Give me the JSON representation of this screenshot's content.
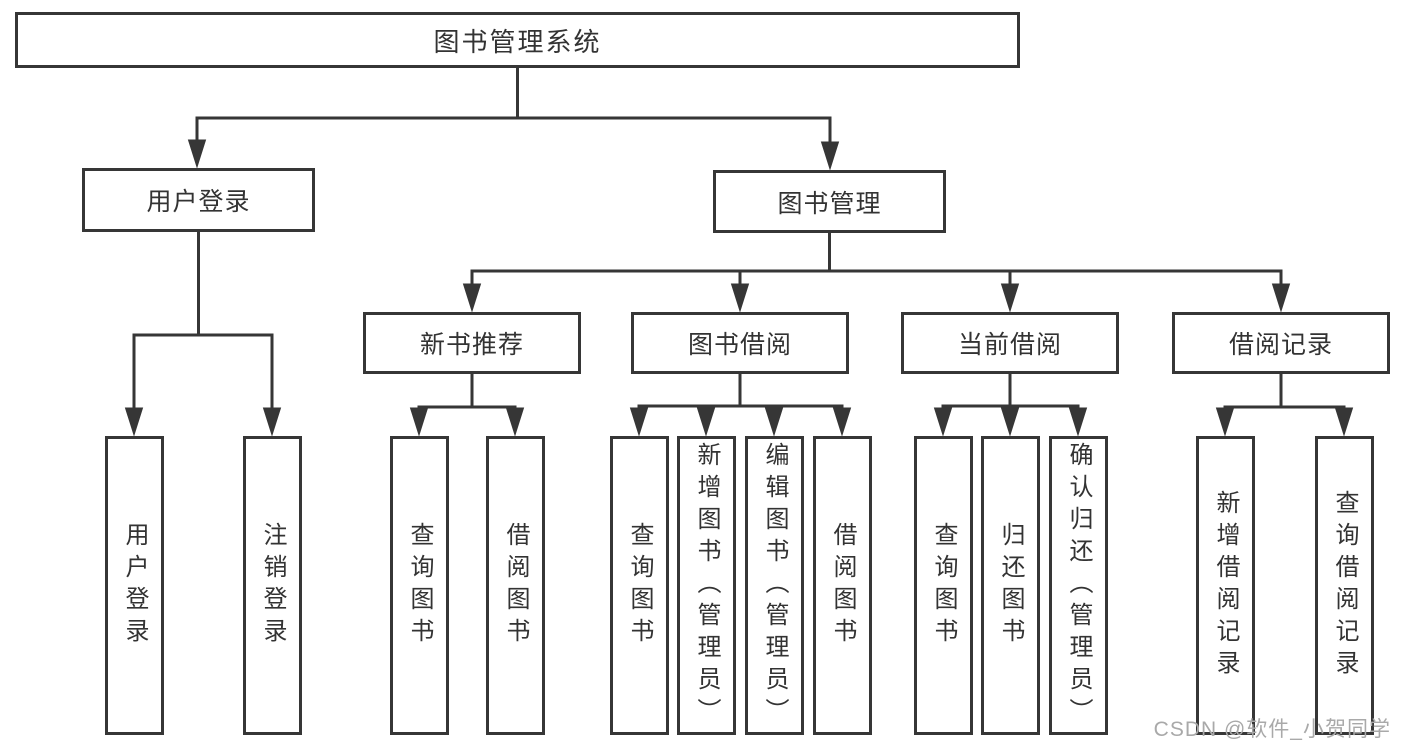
{
  "diagram": {
    "root": {
      "label": "图书管理系统"
    },
    "groups": [
      {
        "label": "用户登录",
        "children": [
          {
            "label": "用户登录"
          },
          {
            "label": "注销登录"
          }
        ]
      },
      {
        "label": "图书管理",
        "subgroups": [
          {
            "label": "新书推荐",
            "children": [
              {
                "label": "查询图书"
              },
              {
                "label": "借阅图书"
              }
            ]
          },
          {
            "label": "图书借阅",
            "children": [
              {
                "label": "查询图书"
              },
              {
                "label": "新增图书（管理员）"
              },
              {
                "label": "编辑图书（管理员）"
              },
              {
                "label": "借阅图书"
              }
            ]
          },
          {
            "label": "当前借阅",
            "children": [
              {
                "label": "查询图书"
              },
              {
                "label": "归还图书"
              },
              {
                "label": "确认归还（管理员）"
              }
            ]
          },
          {
            "label": "借阅记录",
            "children": [
              {
                "label": "新增借阅记录"
              },
              {
                "label": "查询借阅记录"
              }
            ]
          }
        ]
      }
    ]
  },
  "watermark": {
    "text": "CSDN @软件_小贺同学"
  },
  "colors": {
    "line": "#363636",
    "text": "#333333",
    "watermark": "#a9a9a9",
    "background": "#ffffff"
  }
}
